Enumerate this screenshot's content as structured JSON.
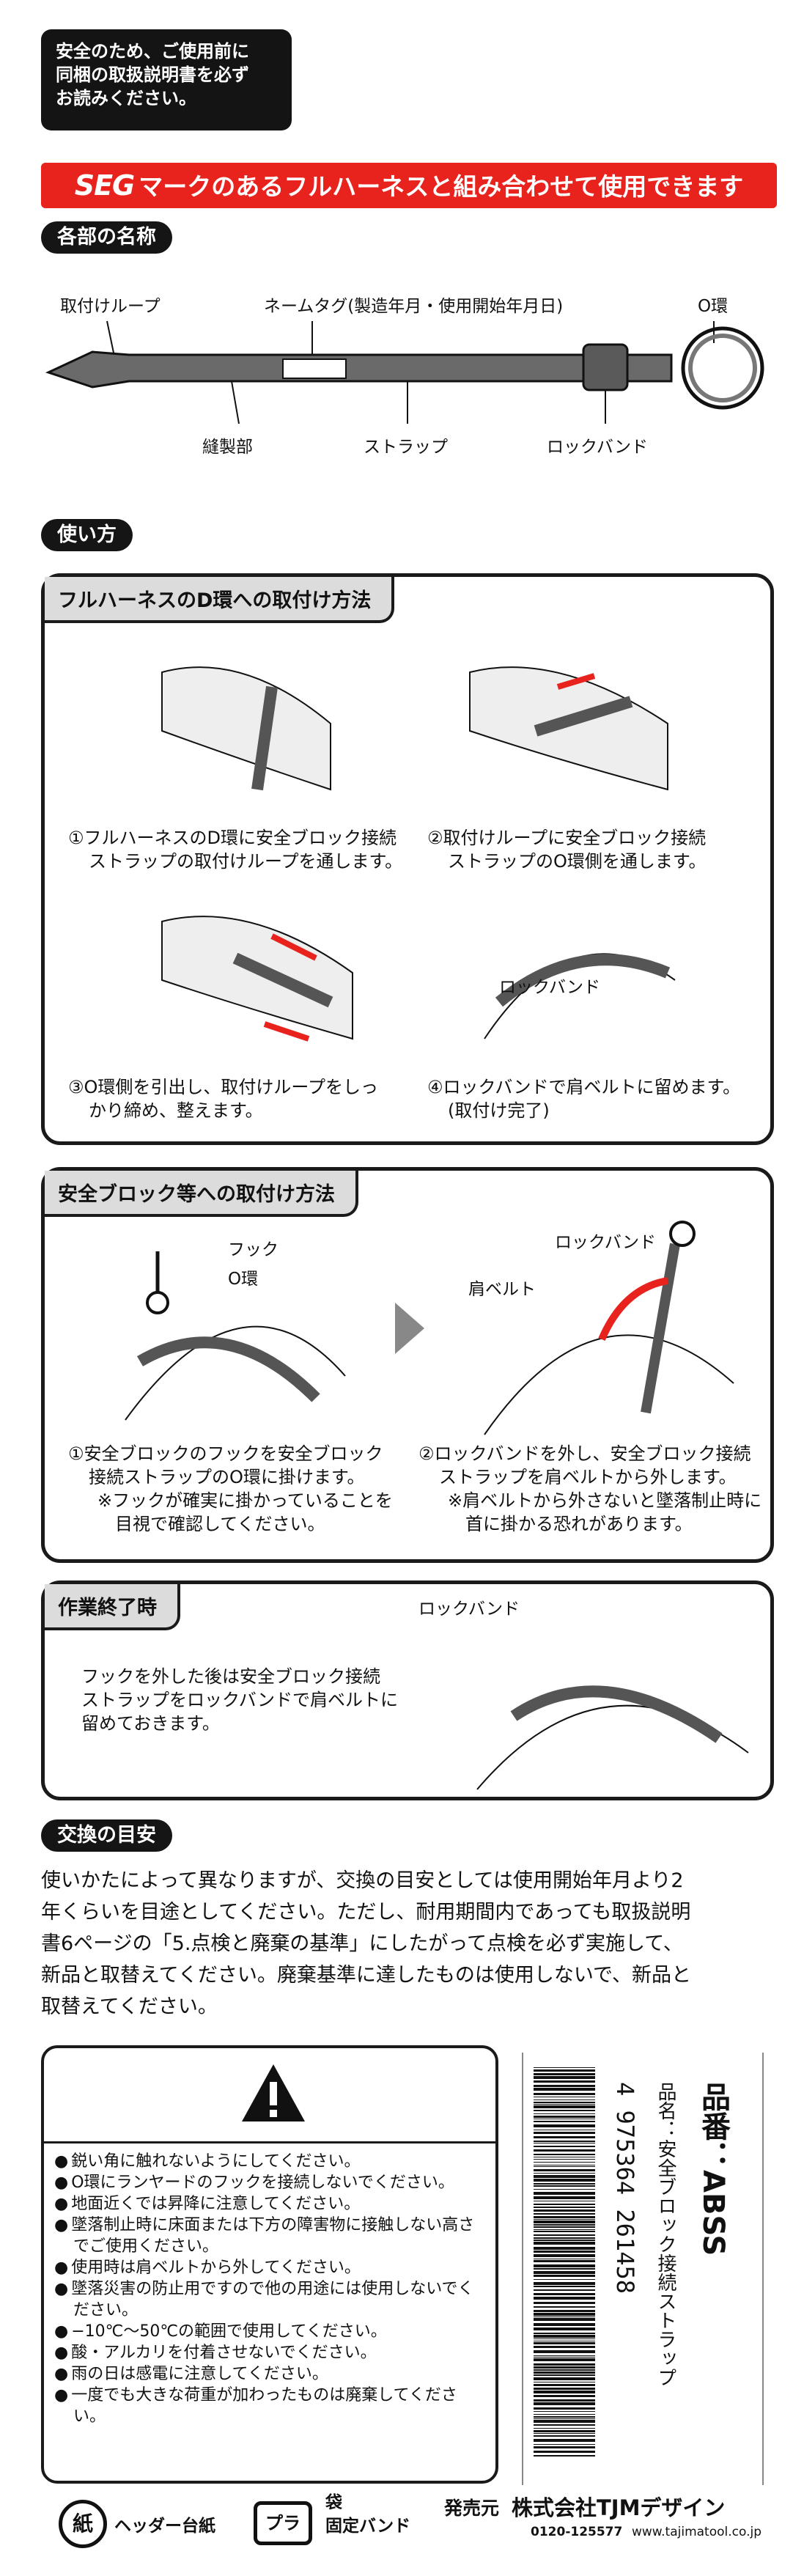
{
  "notice": [
    "安全のため、ご使用前に",
    "同梱の取扱説明書を必ず",
    "お読みください。"
  ],
  "compat": {
    "brand": "SEG",
    "text": "マークのあるフルハーネスと組み合わせて使用できます"
  },
  "parts": {
    "heading": "各部の名称",
    "loop": "取付けループ",
    "nametag": "ネームタグ(製造年月・使用開始年月日)",
    "oring": "O環",
    "sewn": "縫製部",
    "strap": "ストラップ",
    "lockband": "ロックバンド"
  },
  "usage": {
    "heading": "使い方"
  },
  "sec1": {
    "title": "フルハーネスのD環への取付け方法",
    "s1": [
      "①フルハーネスのD環に安全ブロック接続",
      "ストラップの取付けループを通します。"
    ],
    "s2": [
      "②取付けループに安全ブロック接続",
      "ストラップのO環側を通します。"
    ],
    "s3": [
      "③O環側を引出し、取付けループをしっ",
      "かり締め、整えます。"
    ],
    "s4": [
      "④ロックバンドで肩ベルトに留めます。",
      "(取付け完了)"
    ],
    "lockband": "ロックバンド"
  },
  "sec2": {
    "title": "安全ブロック等への取付け方法",
    "hook": "フック",
    "oring": "O環",
    "lockband": "ロックバンド",
    "shoulder": "肩ベルト",
    "s1": [
      "①安全ブロックのフックを安全ブロック",
      "接続ストラップのO環に掛けます。",
      "※フックが確実に掛かっていることを",
      "目視で確認してください。"
    ],
    "s2": [
      "②ロックバンドを外し、安全ブロック接続",
      "ストラップを肩ベルトから外します。",
      "※肩ベルトから外さないと墜落制止時に",
      "首に掛かる恐れがあります。"
    ]
  },
  "sec3": {
    "title": "作業終了時",
    "lockband": "ロックバンド",
    "text": [
      "フックを外した後は安全ブロック接続",
      "ストラップをロックバンドで肩ベルトに",
      "留めておきます。"
    ]
  },
  "replace": {
    "heading": "交換の目安",
    "text": [
      "使いかたによって異なりますが、交換の目安としては使用開始年月より2",
      "年くらいを目途としてください。ただし、耐用期間内であっても取扱説明",
      "書6ページの「5.点検と廃棄の基準」にしたがって点検を必ず実施して、",
      "新品と取替えてください。廃棄基準に達したものは使用しないで、新品と",
      "取替えてください。"
    ]
  },
  "warnings": [
    "鋭い角に触れないようにしてください。",
    "O環にランヤードのフックを接続しないでください。",
    "地面近くでは昇降に注意してください。",
    "墜落制止時に床面または下方の障害物に接触しない高さでご使用ください。",
    "使用時は肩ベルトから外してください。",
    "墜落災害の防止用ですので他の用途には使用しないでください。",
    "−10℃〜50℃の範囲で使用してください。",
    "酸・アルカリを付着させないでください。",
    "雨の日は感電に注意してください。",
    "一度でも大きな荷重が加わったものは廃棄してください。"
  ],
  "barcode": {
    "number": "4 975364 261458",
    "name": "品名：安全ブロック接続ストラップ",
    "code": "品番：ABSS"
  },
  "company": {
    "label": "発売元",
    "name": "株式会社TJMデザイン",
    "phone": "0120-125577",
    "web": "www.tajimatool.co.jp"
  },
  "recycle": {
    "paper": "紙",
    "paper_label": "ヘッダー台紙",
    "plastic": "プラ",
    "bag": "袋",
    "band": "固定バンド"
  }
}
